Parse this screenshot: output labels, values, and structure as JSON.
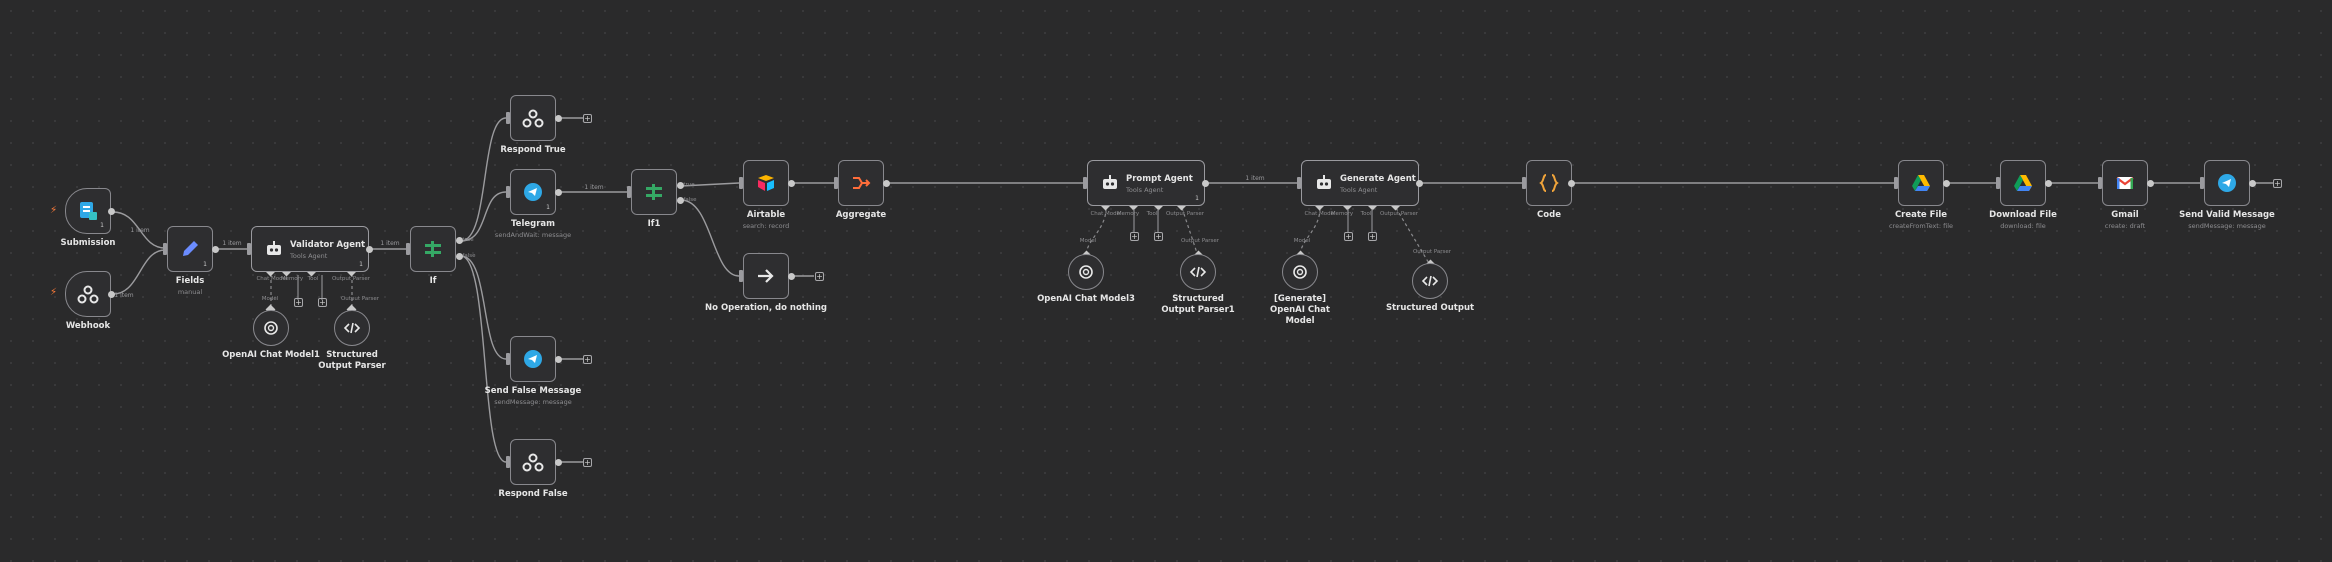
{
  "nodes": {
    "submission": {
      "label": "Submission"
    },
    "webhook": {
      "label": "Webhook"
    },
    "fields": {
      "label": "Fields",
      "sub": "manual"
    },
    "validator": {
      "title": "Validator Agent",
      "sub": "Tools Agent",
      "ports": [
        "Chat Model",
        "Memory",
        "Tool",
        "Output Parser"
      ]
    },
    "if1": {
      "label": "If",
      "ports": [
        "true",
        "false"
      ]
    },
    "respond_true": {
      "label": "Respond True"
    },
    "telegram": {
      "label": "Telegram",
      "sub": "sendAndWait: message"
    },
    "send_false": {
      "label": "Send False Message",
      "sub": "sendMessage: message"
    },
    "respond_false": {
      "label": "Respond False"
    },
    "openai1": {
      "label": "OpenAI Chat Model1"
    },
    "parser": {
      "label": "Structured Output Parser"
    },
    "if2": {
      "label": "If1",
      "ports": [
        "true",
        "false"
      ]
    },
    "airtable": {
      "label": "Airtable",
      "sub": "search: record"
    },
    "aggregate": {
      "label": "Aggregate"
    },
    "noop": {
      "label": "No Operation, do nothing"
    },
    "prompt": {
      "title": "Prompt Agent",
      "sub": "Tools Agent",
      "ports": [
        "Chat Model",
        "Memory",
        "Tool",
        "Output Parser"
      ]
    },
    "openai3": {
      "label": "OpenAI Chat Model3"
    },
    "parser1": {
      "label": "Structured Output Parser1"
    },
    "generate": {
      "title": "Generate Agent",
      "sub": "Tools Agent",
      "ports": [
        "Chat Model",
        "Memory",
        "Tool",
        "Output Parser"
      ]
    },
    "openai_gen": {
      "label": "[Generate] OpenAI Chat Model"
    },
    "struct_out": {
      "label": "Structured Output"
    },
    "code": {
      "label": "Code"
    },
    "create_file": {
      "label": "Create File",
      "sub": "createFromText: file"
    },
    "download_file": {
      "label": "Download File",
      "sub": "download: file"
    },
    "gmail": {
      "label": "Gmail",
      "sub": "create: draft"
    },
    "send_valid": {
      "label": "Send Valid Message",
      "sub": "sendMessage: message"
    }
  },
  "edge_labels": {
    "fields_in": "1 item",
    "validator_in": "1 item",
    "if_in": "1 item",
    "if1_in": "1 item",
    "generate_in": "1 item",
    "webhook_out": "1 item"
  },
  "sub_port_labels": {
    "model": "Model",
    "parser": "Output Parser"
  },
  "colors": {
    "accent_trigger": "#ff7b38",
    "telegram": "#2ea8e6",
    "if_green": "#35a865",
    "fields": "#6b8cff",
    "code": "#f0a43a",
    "aggregate": "#ff6d3a",
    "gmail_red": "#ea4335"
  },
  "icons": [
    "form-icon",
    "webhook-icon",
    "pencil-icon",
    "robot-icon",
    "split-icon",
    "telegram-icon",
    "openai-icon",
    "code-icon",
    "airtable-icon",
    "aggregate-icon",
    "arrow-right-icon",
    "code-braces-icon",
    "google-drive-icon",
    "gmail-icon",
    "lightning-icon"
  ],
  "badges": {
    "one": "1"
  }
}
